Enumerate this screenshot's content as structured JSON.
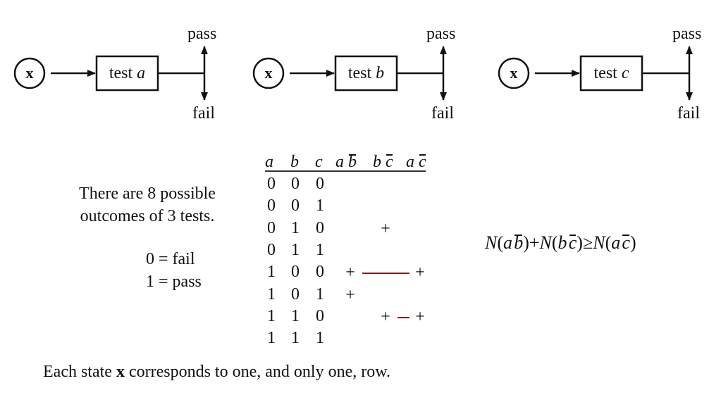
{
  "flows": [
    {
      "node_label": "x",
      "test_prefix": "test ",
      "test_var": "a",
      "pass_label": "pass",
      "fail_label": "fail"
    },
    {
      "node_label": "x",
      "test_prefix": "test ",
      "test_var": "b",
      "pass_label": "pass",
      "fail_label": "fail"
    },
    {
      "node_label": "x",
      "test_prefix": "test ",
      "test_var": "c",
      "pass_label": "pass",
      "fail_label": "fail"
    }
  ],
  "description": {
    "line1": "There are 8 possible",
    "line2": "outcomes of 3 tests.",
    "legend0": "0 = fail",
    "legend1": "1 = pass"
  },
  "table": {
    "headers": {
      "a": "a",
      "b": "b",
      "c": "c",
      "ab_bar": {
        "v1": "a",
        "v2": "b"
      },
      "bc_bar": {
        "v1": "b",
        "v2": "c"
      },
      "ac_bar": {
        "v1": "a",
        "v2": "c"
      }
    },
    "rows": [
      {
        "a": "0",
        "b": "0",
        "c": "0",
        "ab_bar": "",
        "bc_bar": "",
        "ac_bar": ""
      },
      {
        "a": "0",
        "b": "0",
        "c": "1",
        "ab_bar": "",
        "bc_bar": "",
        "ac_bar": ""
      },
      {
        "a": "0",
        "b": "1",
        "c": "0",
        "ab_bar": "",
        "bc_bar": "+",
        "ac_bar": ""
      },
      {
        "a": "0",
        "b": "1",
        "c": "1",
        "ab_bar": "",
        "bc_bar": "",
        "ac_bar": ""
      },
      {
        "a": "1",
        "b": "0",
        "c": "0",
        "ab_bar": "+",
        "bc_bar": "",
        "ac_bar": "+"
      },
      {
        "a": "1",
        "b": "0",
        "c": "1",
        "ab_bar": "+",
        "bc_bar": "",
        "ac_bar": ""
      },
      {
        "a": "1",
        "b": "1",
        "c": "0",
        "ab_bar": "",
        "bc_bar": "+",
        "ac_bar": "+"
      },
      {
        "a": "1",
        "b": "1",
        "c": "1",
        "ab_bar": "",
        "bc_bar": "",
        "ac_bar": ""
      }
    ],
    "connectors": [
      {
        "row": 4,
        "from": "ab_bar",
        "to": "ac_bar",
        "color": "#8b1a1a"
      },
      {
        "row": 6,
        "from": "bc_bar",
        "to": "ac_bar",
        "color": "#8b1a1a"
      }
    ]
  },
  "inequality": {
    "N": "N",
    "t1": {
      "v1": "a",
      "v2": "b"
    },
    "plus": "+",
    "t2": {
      "v1": "b",
      "v2": "c"
    },
    "geq": "≥",
    "t3": {
      "v1": "a",
      "v2": "c"
    }
  },
  "footer": {
    "before": "Each state ",
    "bold": "x",
    "after": " corresponds to one, and only one, row."
  }
}
